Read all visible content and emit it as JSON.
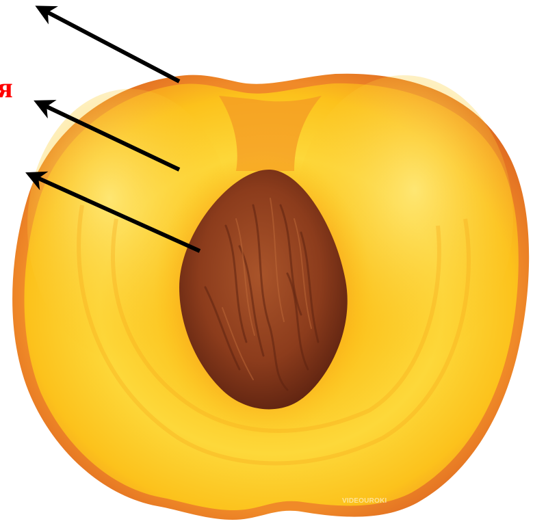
{
  "diagram": {
    "subject": "peach-cross-section",
    "partial_label": "я",
    "watermark": "VIDEOUROKI",
    "arrow_count": 3,
    "colors": {
      "skin": "#e8782a",
      "flesh": "#fcc21c",
      "flesh_highlight": "#fde46a",
      "stone": "#94401f",
      "stone_shadow": "#5c2210",
      "label": "#ff0000",
      "arrow": "#000000"
    }
  }
}
